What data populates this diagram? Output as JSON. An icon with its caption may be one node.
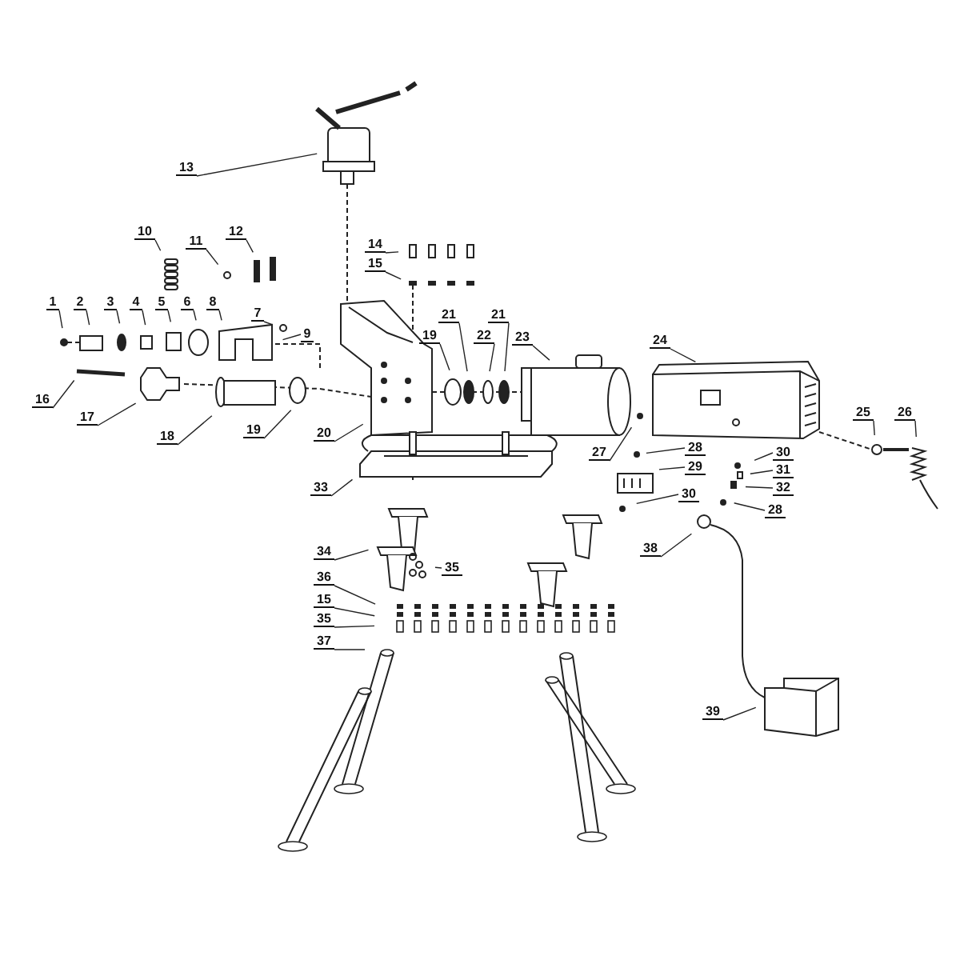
{
  "diagram": {
    "nodes": [
      {
        "text": [
          "13"
        ]
      },
      {
        "text": [
          "14"
        ]
      },
      {
        "text": [
          "15"
        ]
      },
      {
        "text": [
          "12"
        ]
      },
      {
        "text": [
          "10"
        ]
      },
      {
        "text": [
          "11"
        ]
      },
      {
        "text": [
          "1"
        ]
      },
      {
        "text": [
          "2"
        ]
      },
      {
        "text": [
          "3"
        ]
      },
      {
        "text": [
          "4"
        ]
      },
      {
        "text": [
          "5"
        ]
      },
      {
        "text": [
          "6"
        ]
      },
      {
        "text": [
          "7"
        ]
      },
      {
        "text": [
          "8"
        ]
      },
      {
        "text": [
          "9"
        ]
      },
      {
        "text": [
          "19"
        ]
      },
      {
        "text": [
          "21"
        ]
      },
      {
        "text": [
          "22"
        ]
      },
      {
        "text": [
          "21"
        ]
      },
      {
        "text": [
          "23"
        ]
      },
      {
        "text": [
          "24"
        ]
      },
      {
        "text": [
          "16"
        ]
      },
      {
        "text": [
          "17"
        ]
      },
      {
        "text": [
          "18"
        ]
      },
      {
        "text": [
          "19"
        ]
      },
      {
        "text": [
          "20"
        ]
      },
      {
        "text": [
          "25"
        ]
      },
      {
        "text": [
          "26"
        ]
      },
      {
        "text": [
          "27"
        ]
      },
      {
        "text": [
          "28"
        ]
      },
      {
        "text": [
          "29"
        ]
      },
      {
        "text": [
          "30"
        ]
      },
      {
        "text": [
          "30"
        ]
      },
      {
        "text": [
          "31"
        ]
      },
      {
        "text": [
          "32"
        ]
      },
      {
        "text": [
          "28"
        ]
      },
      {
        "text": [
          "33"
        ]
      },
      {
        "text": [
          "38"
        ]
      },
      {
        "text": [
          "34"
        ]
      },
      {
        "text": [
          "35"
        ]
      },
      {
        "text": [
          "36"
        ]
      },
      {
        "text": [
          "15"
        ]
      },
      {
        "text": [
          "35"
        ]
      },
      {
        "text": [
          "37"
        ]
      },
      {
        "text": [
          "39"
        ]
      }
    ],
    "edges": [
      {
        "from": 0,
        "to": null,
        "arrow": "none"
      },
      {
        "from": 1,
        "to": null,
        "arrow": "none"
      },
      {
        "from": 2,
        "to": null,
        "arrow": "none"
      },
      {
        "from": 3,
        "to": null,
        "arrow": "none"
      },
      {
        "from": 4,
        "to": null,
        "arrow": "none"
      },
      {
        "from": 5,
        "to": null,
        "arrow": "none"
      },
      {
        "from": 6,
        "to": null,
        "arrow": "none"
      },
      {
        "from": 7,
        "to": null,
        "arrow": "none"
      },
      {
        "from": 8,
        "to": null,
        "arrow": "none"
      },
      {
        "from": 9,
        "to": null,
        "arrow": "none"
      },
      {
        "from": 10,
        "to": null,
        "arrow": "none"
      },
      {
        "from": 11,
        "to": null,
        "arrow": "none"
      },
      {
        "from": 12,
        "to": null,
        "arrow": "none"
      },
      {
        "from": 13,
        "to": null,
        "arrow": "none"
      },
      {
        "from": 14,
        "to": null,
        "arrow": "none"
      },
      {
        "from": 15,
        "to": null,
        "arrow": "none"
      },
      {
        "from": 16,
        "to": null,
        "arrow": "none"
      },
      {
        "from": 17,
        "to": null,
        "arrow": "none"
      },
      {
        "from": 18,
        "to": null,
        "arrow": "none"
      },
      {
        "from": 19,
        "to": null,
        "arrow": "none"
      },
      {
        "from": 20,
        "to": null,
        "arrow": "none"
      },
      {
        "from": 21,
        "to": null,
        "arrow": "none"
      },
      {
        "from": 22,
        "to": null,
        "arrow": "none"
      },
      {
        "from": 23,
        "to": null,
        "arrow": "none"
      },
      {
        "from": 24,
        "to": null,
        "arrow": "none"
      },
      {
        "from": 25,
        "to": null,
        "arrow": "none"
      },
      {
        "from": 26,
        "to": null,
        "arrow": "none"
      },
      {
        "from": 27,
        "to": null,
        "arrow": "none"
      },
      {
        "from": 28,
        "to": null,
        "arrow": "none"
      },
      {
        "from": 29,
        "to": null,
        "arrow": "none"
      },
      {
        "from": 30,
        "to": null,
        "arrow": "none"
      },
      {
        "from": 31,
        "to": null,
        "arrow": "none"
      },
      {
        "from": 32,
        "to": null,
        "arrow": "none"
      },
      {
        "from": 33,
        "to": null,
        "arrow": "none"
      },
      {
        "from": 34,
        "to": null,
        "arrow": "none"
      },
      {
        "from": 35,
        "to": null,
        "arrow": "none"
      },
      {
        "from": 36,
        "to": null,
        "arrow": "none"
      },
      {
        "from": 37,
        "to": null,
        "arrow": "none"
      },
      {
        "from": 38,
        "to": null,
        "arrow": "none"
      },
      {
        "from": 39,
        "to": null,
        "arrow": "none"
      },
      {
        "from": 40,
        "to": null,
        "arrow": "none"
      },
      {
        "from": 41,
        "to": null,
        "arrow": "none"
      },
      {
        "from": 42,
        "to": null,
        "arrow": "none"
      },
      {
        "from": 43,
        "to": null,
        "arrow": "none"
      },
      {
        "from": 44,
        "to": null,
        "arrow": "none"
      }
    ]
  }
}
